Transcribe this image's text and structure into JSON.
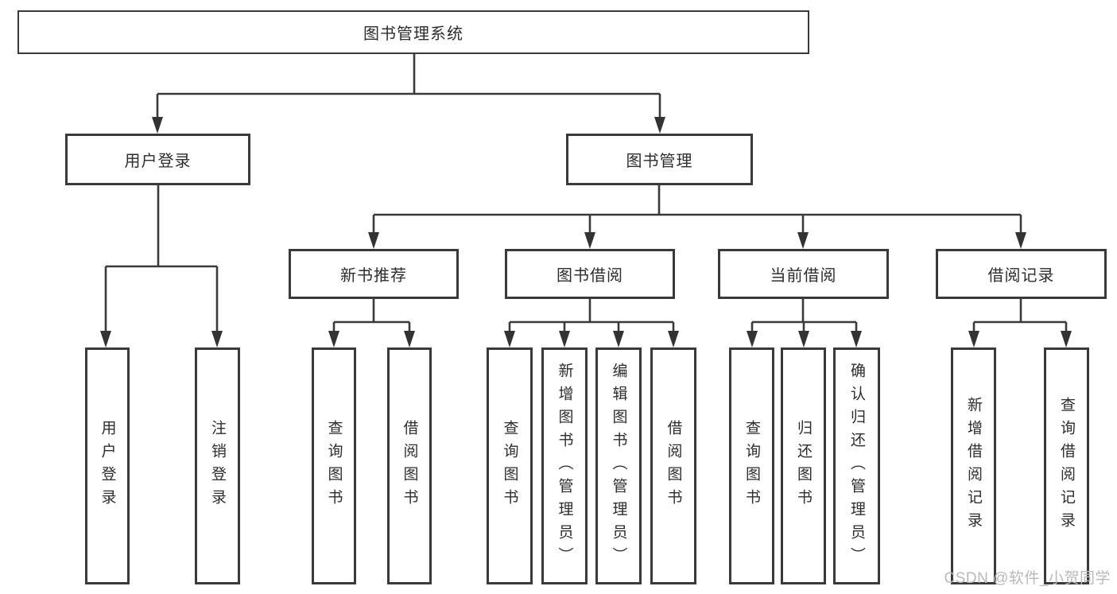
{
  "diagram": {
    "title": "图书管理系统",
    "level2": {
      "userLogin": "用户登录",
      "bookMgmt": "图书管理"
    },
    "level3": {
      "newBooks": "新书推荐",
      "bookBorrow": "图书借阅",
      "currentBorrow": "当前借阅",
      "borrowRecords": "借阅记录"
    },
    "leaves": {
      "userLogin": [
        "用户登录",
        "注销登录"
      ],
      "newBooks": [
        "查询图书",
        "借阅图书"
      ],
      "bookBorrow": [
        "查询图书",
        "新增图书（管理员）",
        "编辑图书（管理员）",
        "借阅图书"
      ],
      "currentBorrow": [
        "查询图书",
        "归还图书",
        "确认归还（管理员）"
      ],
      "borrowRecords": [
        "新增借阅记录",
        "查询借阅记录"
      ]
    }
  },
  "watermark": "CSDN @软件_小贺同学",
  "colors": {
    "line": "#3a3a3a",
    "text": "#2d2d2d",
    "watermark": "#b9b9b9",
    "background": "#ffffff"
  }
}
